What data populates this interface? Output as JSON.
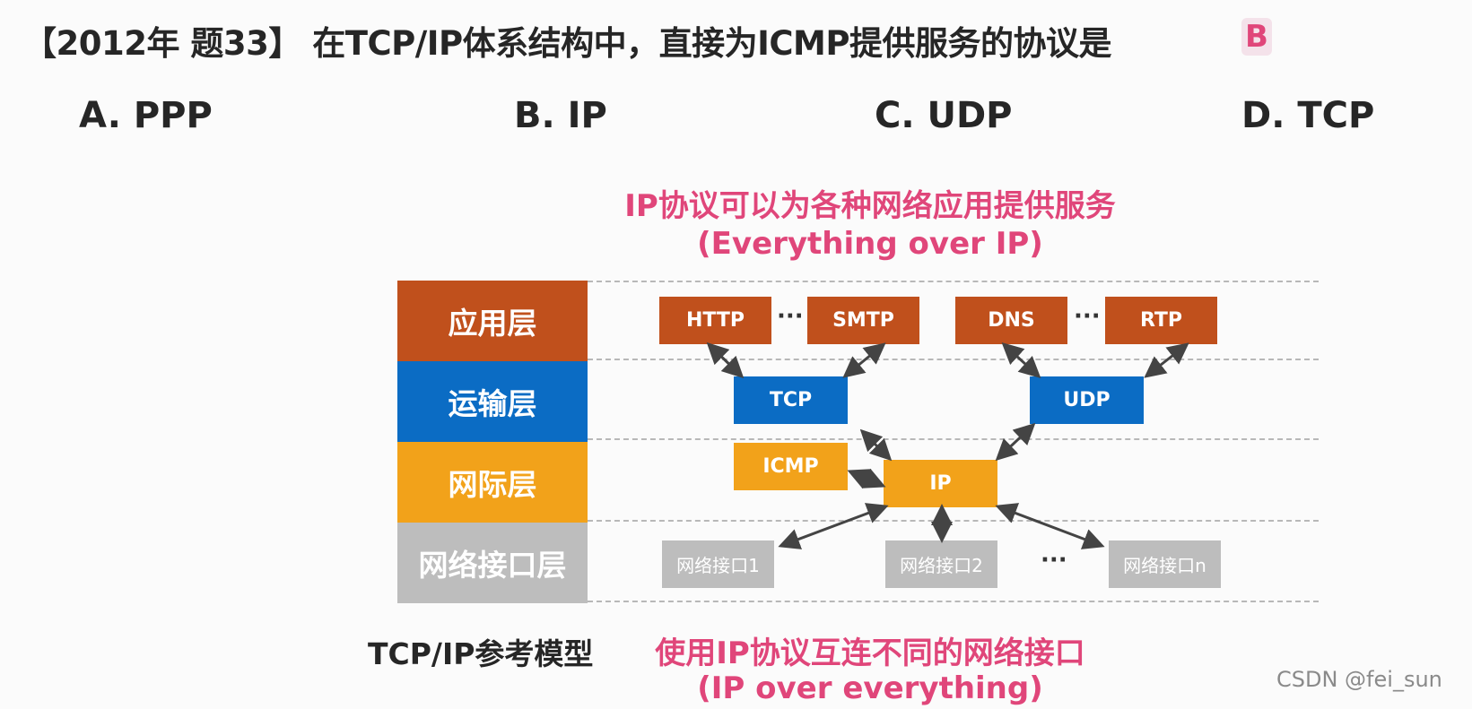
{
  "question": {
    "text": "【2012年 题33】 在TCP/IP体系结构中，直接为ICMP提供服务的协议是",
    "answer": "B"
  },
  "options": [
    "A. PPP",
    "B. IP",
    "C. UDP",
    "D. TCP"
  ],
  "diagram": {
    "top_title": "IP协议可以为各种网络应用提供服务",
    "top_subtitle": "(Everything over IP)",
    "bottom_title": "使用IP协议互连不同的网络接口",
    "bottom_subtitle": "(IP over everything)",
    "model_label": "TCP/IP参考模型",
    "ellipsis": "···",
    "layers": [
      "应用层",
      "运输层",
      "网际层",
      "网络接口层"
    ],
    "app_protocols": [
      "HTTP",
      "SMTP",
      "DNS",
      "RTP"
    ],
    "transport_protocols": [
      "TCP",
      "UDP"
    ],
    "network_protocols": [
      "ICMP",
      "IP"
    ],
    "interfaces": [
      "网络接口1",
      "网络接口2",
      "网络接口n"
    ],
    "colors": {
      "application": "#c0501c",
      "transport": "#0b6cc4",
      "network": "#f2a21a",
      "interface": "#bdbdbd",
      "highlight": "#e0467a"
    }
  },
  "watermark": "CSDN @fei_sun"
}
